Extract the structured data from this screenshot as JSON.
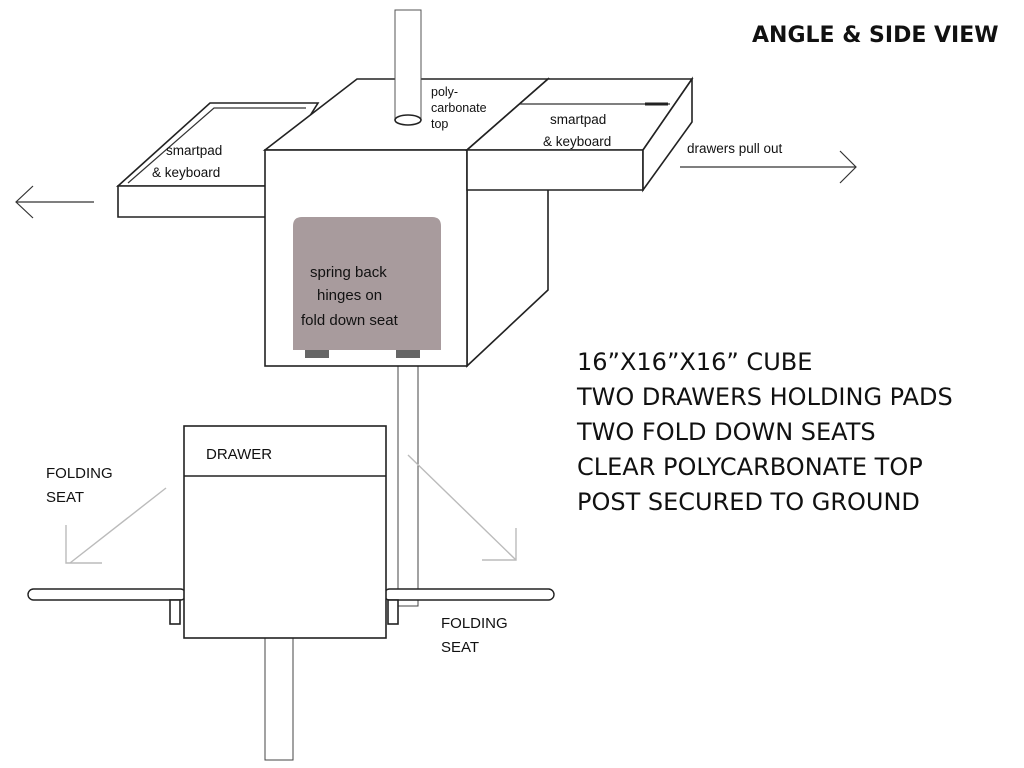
{
  "title": "ANGLE & SIDE VIEW",
  "colors": {
    "seat_fill": "#a89b9d",
    "hinge": "#666666",
    "line": "#222222"
  },
  "angle_view": {
    "top_label": [
      "poly-",
      "carbonate",
      "top"
    ],
    "left_drawer_label": [
      "smartpad",
      "&  keyboard"
    ],
    "right_drawer_label": [
      "smartpad",
      "&  keyboard"
    ],
    "pull_label": "drawers pull out",
    "seat_label": [
      "spring back",
      "hinges on",
      "fold down seat"
    ]
  },
  "specs": [
    "16”X16”X16” CUBE",
    "TWO DRAWERS HOLDING PADS",
    "TWO FOLD DOWN SEATS",
    "CLEAR POLYCARBONATE TOP",
    "POST SECURED TO GROUND"
  ],
  "side_view": {
    "drawer_label": "DRAWER",
    "left_seat_label": [
      "FOLDING",
      "SEAT"
    ],
    "right_seat_label": [
      "FOLDING",
      "SEAT"
    ]
  }
}
